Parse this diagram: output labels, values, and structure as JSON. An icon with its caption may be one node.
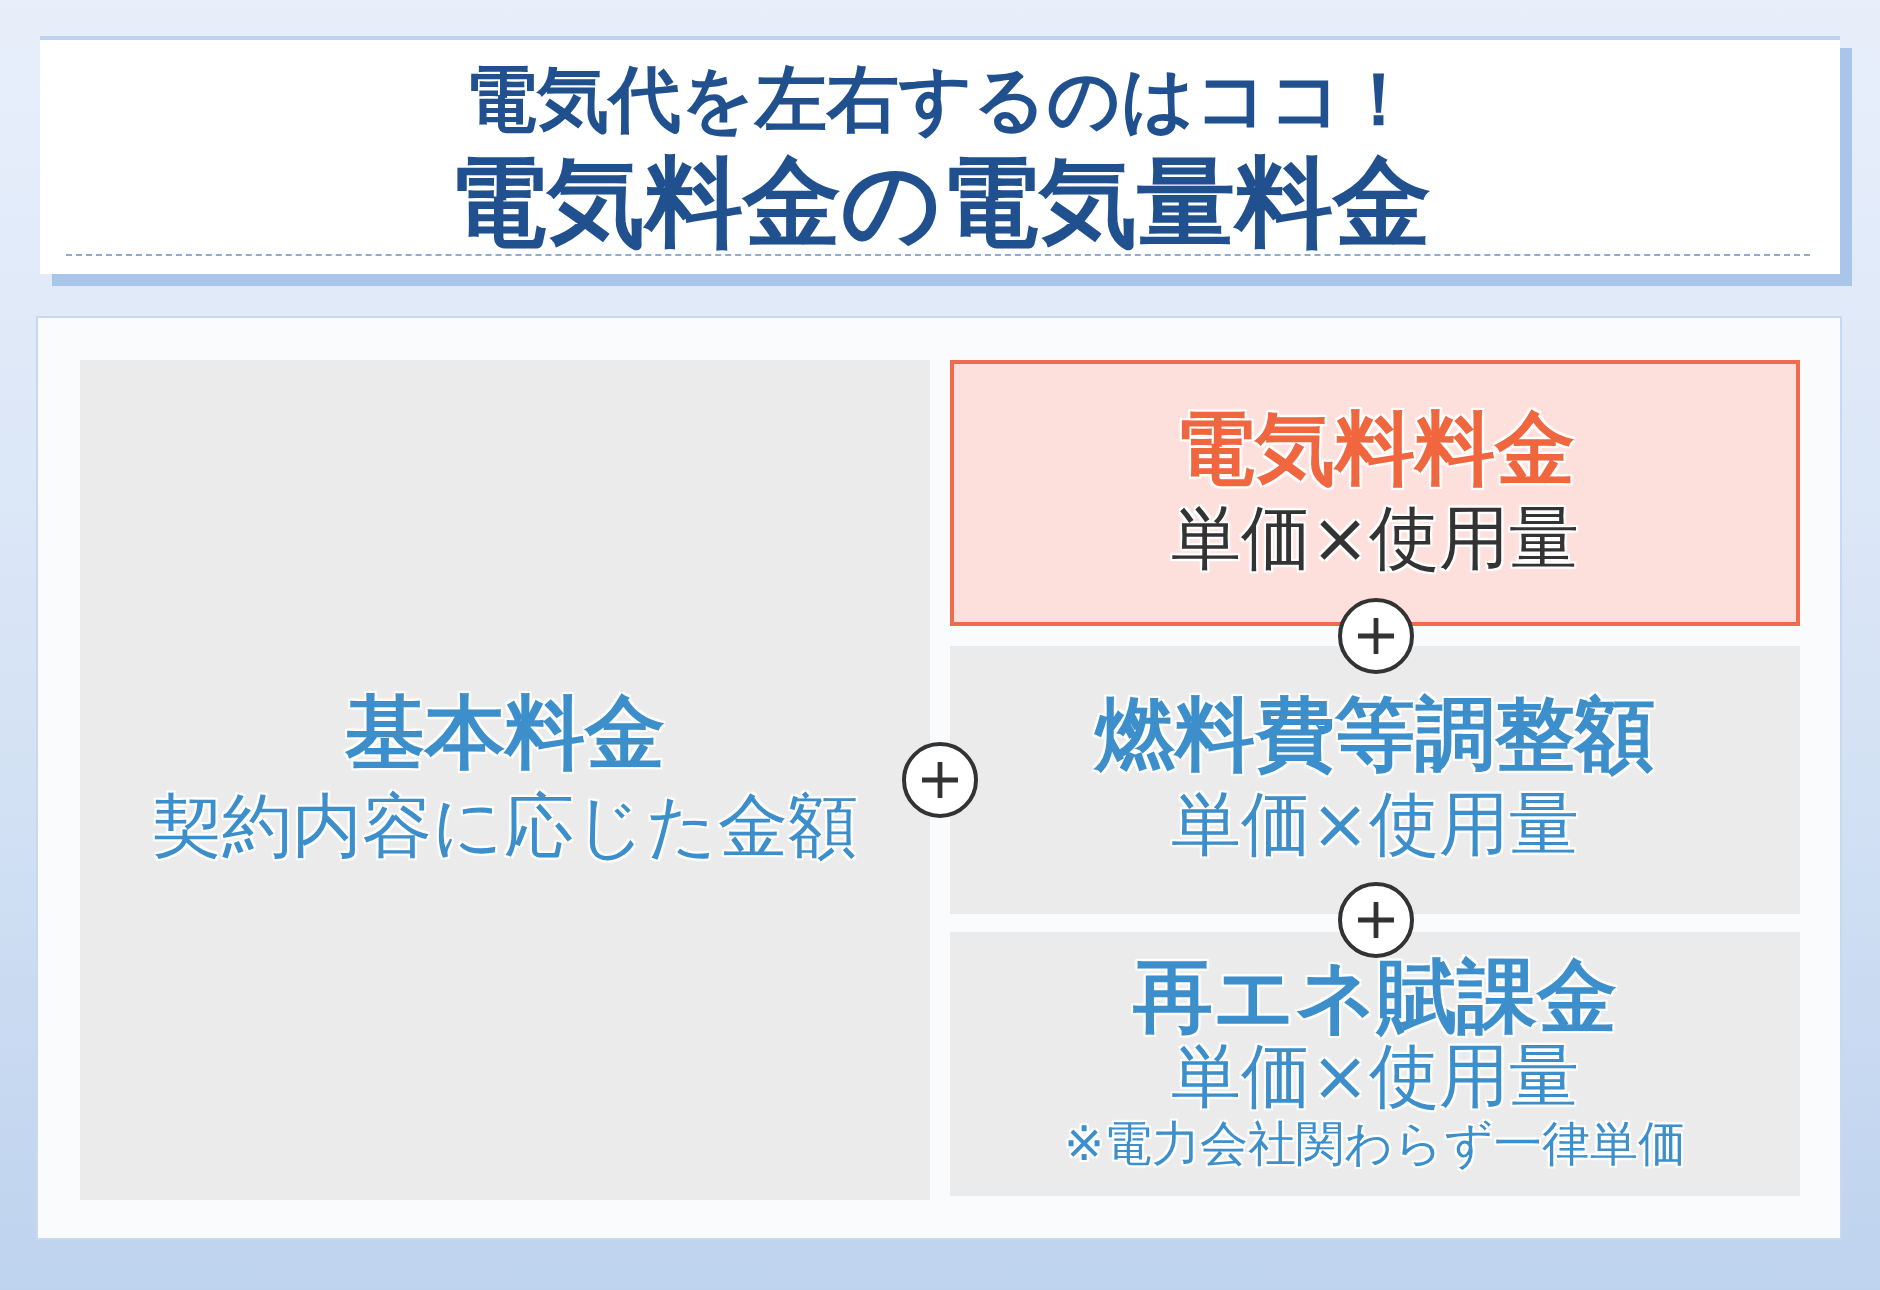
{
  "diagram": {
    "title": "電気料金の**電気量料金**",
    "nodes": [
      {
        "text": [
          "基本料金",
          "契約内容に応じた金額"
        ]
      },
      {
        "text": [
          "電気料料金",
          "単価×使用量"
        ]
      },
      {
        "text": [
          "燃料費等調整額",
          "単価×使用量"
        ]
      },
      {
        "text": [
          "再エネ賦課金",
          "単価×使用量",
          "※電力会社関わらず一律単価"
        ]
      }
    ],
    "labels": [
      "電気代を左右するのはココ！"
    ]
  }
}
